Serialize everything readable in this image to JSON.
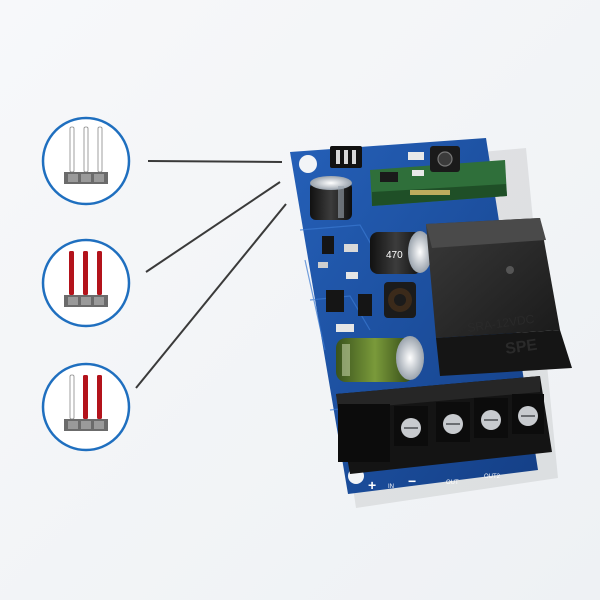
{
  "relay_module": {
    "relay_brand": "SPE",
    "relay_model": "SRA-12VDC",
    "capacitor_large_value": "470",
    "terminal_labels": [
      "+",
      "−",
      "IN",
      "OUT",
      "OUT2"
    ],
    "board_color": "#1b4fa0",
    "relay_color": "#2b2b2b"
  },
  "jumper_options": [
    {
      "icon": "jumper-pins-all-white-icon",
      "pin_colors": [
        "#ffffff",
        "#ffffff",
        "#ffffff"
      ]
    },
    {
      "icon": "jumper-pins-all-red-icon",
      "pin_colors": [
        "#b3131b",
        "#b3131b",
        "#b3131b"
      ]
    },
    {
      "icon": "jumper-pins-white-red-red-icon",
      "pin_colors": [
        "#ffffff",
        "#b3131b",
        "#b3131b"
      ]
    }
  ],
  "accent_color": "#1f6fbf"
}
